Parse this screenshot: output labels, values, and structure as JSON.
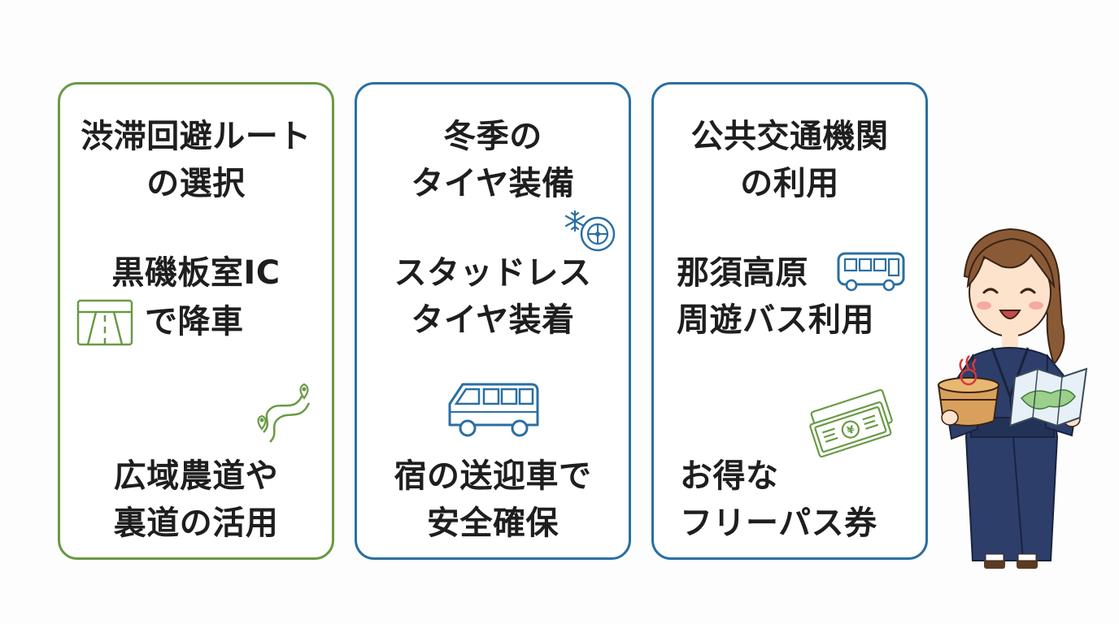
{
  "cards": [
    {
      "title_lines": [
        "渋滞回避ルート",
        "の選択"
      ],
      "item1_lines": [
        "黒磯板室IC",
        "で降車"
      ],
      "item2_lines": [
        "広域農道や",
        "裏道の活用"
      ],
      "accent": "#6a9a45"
    },
    {
      "title_lines": [
        "冬季の",
        "タイヤ装備"
      ],
      "item1_lines": [
        "スタッドレス",
        "タイヤ装着"
      ],
      "item2_lines": [
        "宿の送迎車で",
        "安全確保"
      ],
      "accent": "#2a6fa3"
    },
    {
      "title_lines": [
        "公共交通機関",
        "の利用"
      ],
      "item1_lines": [
        "那須高原",
        "周遊バス利用"
      ],
      "item2_lines": [
        "お得な",
        "フリーパス券"
      ],
      "accent": "#2a6fa3"
    }
  ],
  "icons": {
    "card1_item1": "highway-icon",
    "card1_item2": "winding-route-icon",
    "card2_title": "snow-tire-icon",
    "card2_item2": "shuttle-van-icon",
    "card3_item1": "bus-icon",
    "card3_item2": "ticket-icon"
  }
}
